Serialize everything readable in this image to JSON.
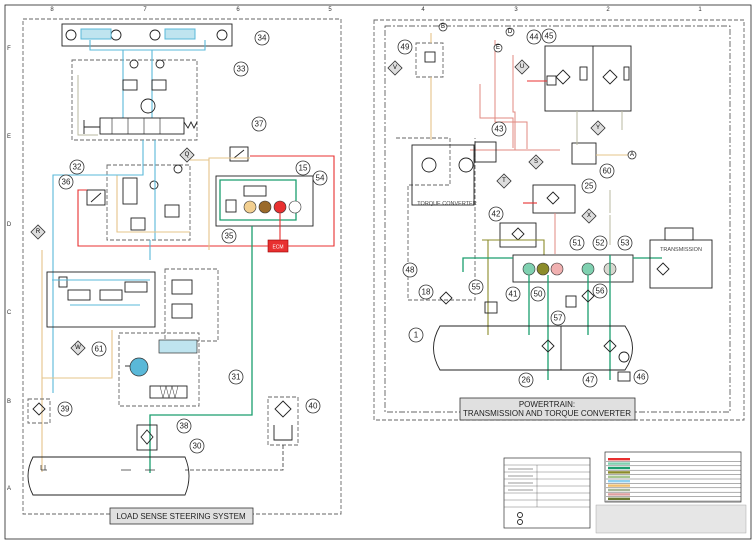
{
  "border": {
    "columns": [
      "8",
      "7",
      "6",
      "5",
      "4",
      "3",
      "2",
      "1"
    ],
    "rows": [
      "F",
      "E",
      "D",
      "C",
      "B",
      "A"
    ]
  },
  "left_system": {
    "title": "LOAD SENSE STEERING SYSTEM",
    "ecm_label": "ECM",
    "callouts": [
      "34",
      "33",
      "37",
      "15",
      "54",
      "32",
      "36",
      "35",
      "61",
      "31",
      "39",
      "38",
      "30",
      "40"
    ],
    "diamond_ports": [
      "Q",
      "R",
      "W"
    ]
  },
  "right_system": {
    "title_line1": "POWERTRAIN:",
    "title_line2": "TRANSMISSION AND TORQUE CONVERTER",
    "torque_converter_label": "TORQUE CONVERTER",
    "transmission_label": "TRANSMISSION",
    "callouts": [
      "49",
      "44",
      "45",
      "43",
      "60",
      "25",
      "42",
      "48",
      "51",
      "52",
      "53",
      "18",
      "55",
      "41",
      "50",
      "56",
      "57",
      "1",
      "26",
      "47",
      "46"
    ],
    "diamond_ports": [
      "V",
      "U",
      "Y",
      "S",
      "T",
      "X"
    ],
    "circle_ports": [
      "B",
      "D",
      "E",
      "A"
    ]
  },
  "line_colors": {
    "pilot_blue": "#5ab8d8",
    "return_tan": "#e5c48a",
    "pressure_green": "#1a9e6e",
    "electrical_red": "#e83030",
    "lube_olive": "#8b8b2a",
    "pink": "#e08a80"
  },
  "legend": {
    "swatches": [
      "#e83030",
      "#7fd0b0",
      "#1a9e6e",
      "#8b8b2a",
      "#a8c890",
      "#8ed0f0",
      "#f0c070",
      "#a8b898",
      "#e0a0a0",
      "#6b7a30"
    ]
  }
}
